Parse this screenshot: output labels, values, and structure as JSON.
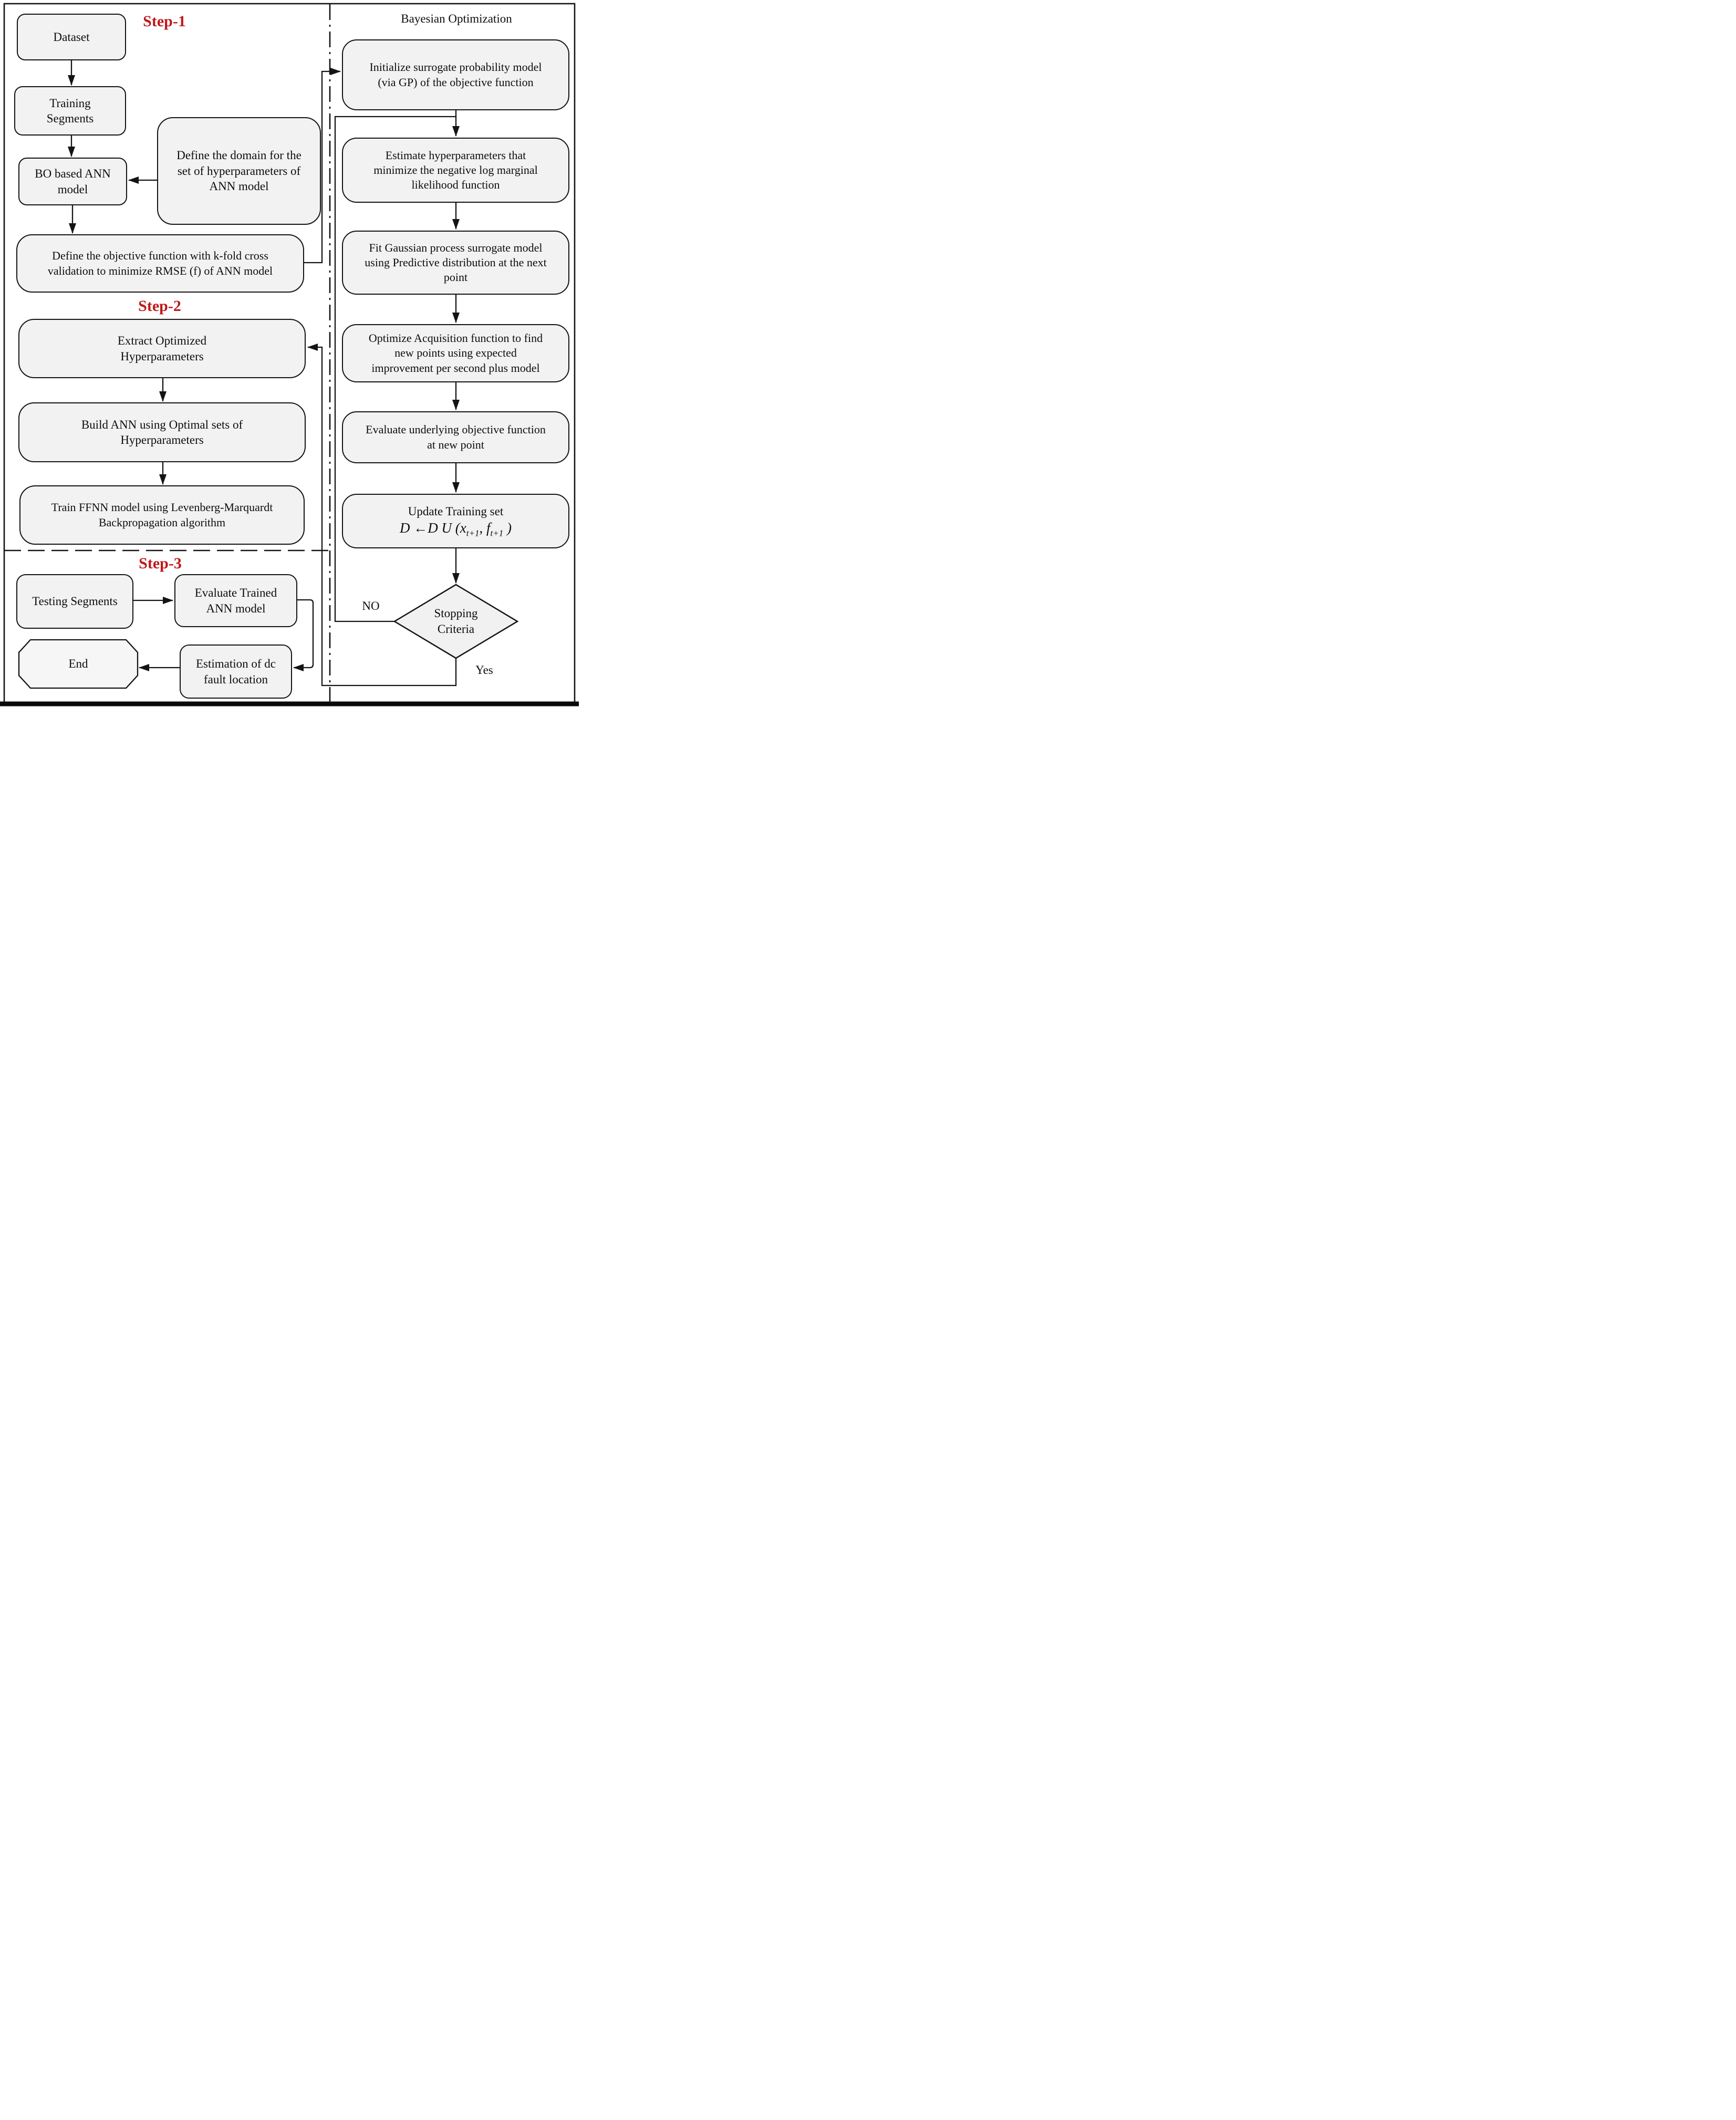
{
  "figure": {
    "step1_title": "Step-1",
    "step2_title": "Step-2",
    "step3_title": "Step-3",
    "right_title": "Bayesian Optimization",
    "no_label": "NO",
    "yes_label": "Yes"
  },
  "colors": {
    "accent_red": "#c0181b",
    "box_fill": "#f2f2f2",
    "end_fill": "#f6f6f6",
    "line": "#141414"
  },
  "nodes": {
    "dataset": {
      "l1": "Dataset"
    },
    "training": {
      "l1": "Training",
      "l2": "Segments"
    },
    "bo_ann": {
      "l1": "BO based ANN",
      "l2": "model"
    },
    "domain": {
      "l1": "Define the domain for the",
      "l2": "set of hyperparameters of",
      "l3": "ANN model"
    },
    "objective": {
      "l1": "Define the objective function with k-fold cross",
      "l2": "validation to minimize RMSE (f) of ANN model"
    },
    "extract": {
      "l1": "Extract Optimized",
      "l2": "Hyperparameters"
    },
    "build": {
      "l1": "Build ANN using Optimal sets of",
      "l2": "Hyperparameters"
    },
    "train_ffnn": {
      "l1": "Train FFNN model using Levenberg-Marquardt",
      "l2": "Backpropagation algorithm"
    },
    "testing": {
      "l1": "Testing Segments"
    },
    "evaluate": {
      "l1": "Evaluate Trained",
      "l2": "ANN model"
    },
    "estimation": {
      "l1": "Estimation of dc",
      "l2": "fault location"
    },
    "end": {
      "l1": "End"
    },
    "initialize": {
      "l1": "Initialize surrogate probability model",
      "l2": "(via GP) of the objective function"
    },
    "estimate": {
      "l1": "Estimate hyperparameters that",
      "l2": "minimize the negative log marginal",
      "l3": "likelihood function"
    },
    "fit": {
      "l1": "Fit Gaussian process surrogate model",
      "l2": "using Predictive distribution at the next",
      "l3": "point"
    },
    "optimize": {
      "l1": "Optimize Acquisition function to find",
      "l2": "new points using expected",
      "l3": "improvement per second plus model"
    },
    "evaluate_objective": {
      "l1": "Evaluate underlying objective function",
      "l2": "at new point"
    },
    "update": {
      "l1": "Update Training set",
      "math_pre": "D ←D U (x",
      "sub1": "t+1",
      "math_mid": ", f",
      "sub2": "t+1",
      "math_post": " )"
    },
    "stopping": {
      "l1": "Stopping",
      "l2": "Criteria"
    }
  }
}
